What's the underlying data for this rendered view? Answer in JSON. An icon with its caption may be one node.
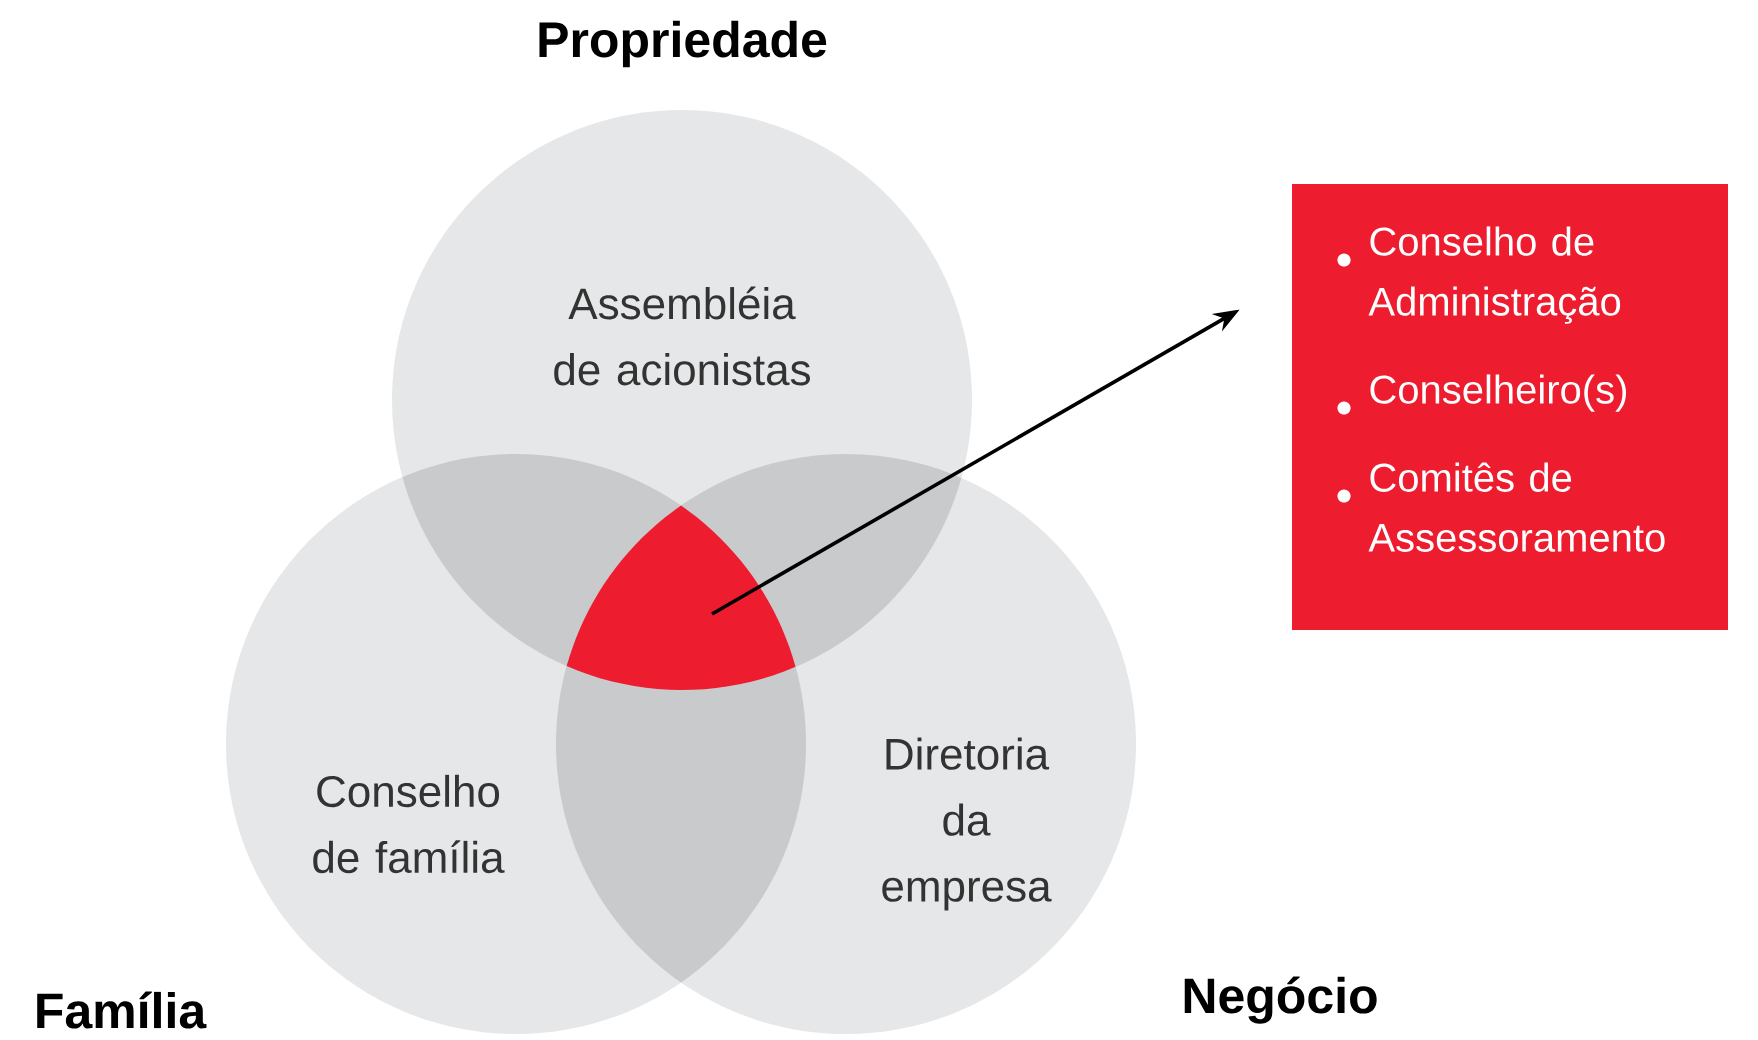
{
  "diagram": {
    "nodes": [
      {
        "text": [
          "Propriedade",
          "Assembléia de acionistas"
        ]
      },
      {
        "text": [
          "Família",
          "Conselho de família"
        ]
      },
      {
        "text": [
          "Negócio",
          "Diretoria da empresa"
        ]
      },
      {
        "text": [],
        "shape": "triangle"
      },
      {
        "text": [
          "Conselho de Administração",
          "Conselheiro(s)",
          "Comitês de Assessoramento"
        ]
      }
    ],
    "edges": [
      {
        "from": 3,
        "to": 4,
        "arrow": "to"
      }
    ]
  }
}
